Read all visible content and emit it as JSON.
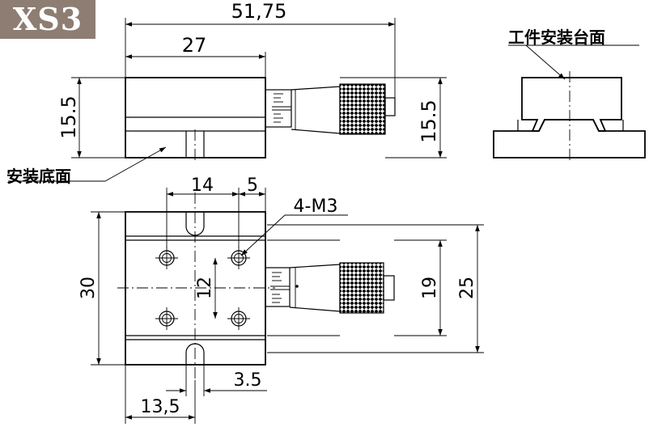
{
  "model": "XS3",
  "labels": {
    "workpiece_surface": "工件安装台面",
    "mounting_bottom": "安装底面"
  },
  "dimensions": {
    "overall_length": "51,75",
    "body_length": "27",
    "height_left": "15.5",
    "height_right": "15.5",
    "hole_spacing_x": "14",
    "slot_offset": "5",
    "mount_holes": "4-M3",
    "body_width": "30",
    "hole_spacing_y": "12",
    "micrometer_span": "19",
    "guide_span": "25",
    "slot_width": "3.5",
    "slot_position": "13,5"
  },
  "colors": {
    "badge_bg": "#8d7d72",
    "badge_text": "#ffffff",
    "line": "#000000",
    "knurl": "#000000"
  }
}
